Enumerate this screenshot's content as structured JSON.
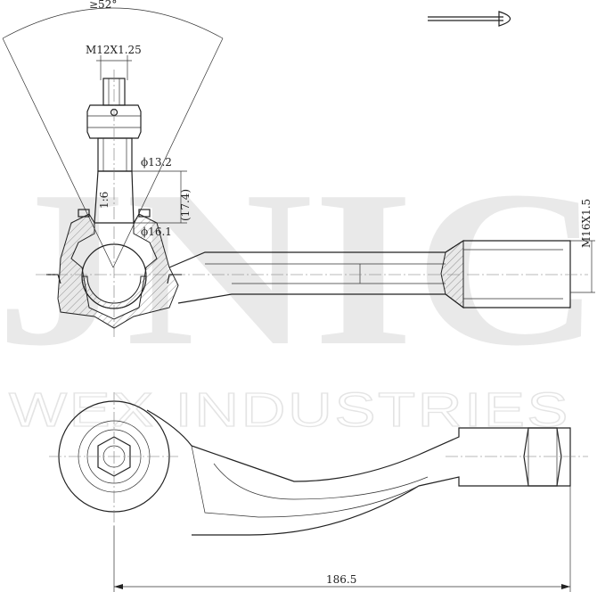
{
  "watermark": {
    "brand": "JNIC",
    "company": "WEX INDUSTRIES"
  },
  "dimensions": {
    "angle": "≥52°",
    "thread_stud": "M12X1.25",
    "diameter_upper": "ϕ13.2",
    "taper": "1:6",
    "taper_height": "(17.4)",
    "diameter_lower": "ϕ16.1",
    "thread_end": "M16X1.5",
    "overall_length": "186.5"
  }
}
